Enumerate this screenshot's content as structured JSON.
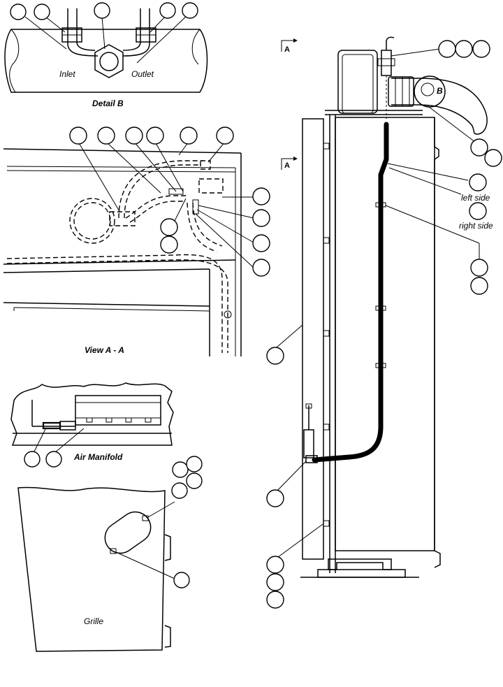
{
  "detail_b": {
    "inlet": "Inlet",
    "outlet": "Outlet",
    "title": "Detail B"
  },
  "view_a_a": {
    "title": "View A - A"
  },
  "air_manifold": {
    "title": "Air Manifold"
  },
  "grille": {
    "label": "Grille"
  },
  "side_view": {
    "section_marker_upper": "A",
    "section_marker_lower": "A",
    "detail_ref": "B",
    "left_side": "left side",
    "right_side": "right side"
  }
}
